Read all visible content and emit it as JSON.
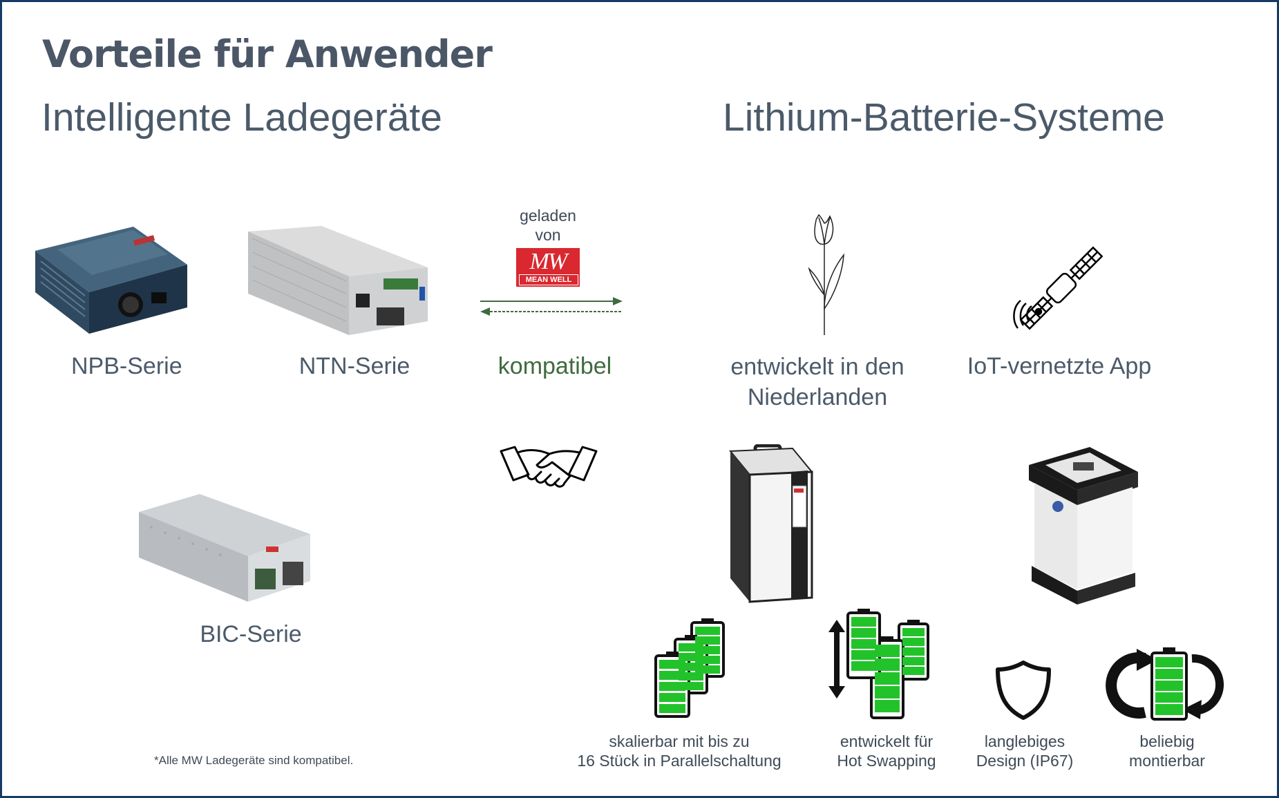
{
  "header": {
    "title": "Vorteile für Anwender"
  },
  "left": {
    "heading": "Intelligente Ladegeräte",
    "products": [
      {
        "label": "NPB-Serie"
      },
      {
        "label": "NTN-Serie"
      },
      {
        "label": "BIC-Serie"
      }
    ],
    "footnote": "*Alle MW Ladegeräte sind kompatibel."
  },
  "middle": {
    "charged_line1": "geladen",
    "charged_line2": "von",
    "logo_mark": "MW",
    "logo_text": "MEAN WELL",
    "compatible": "kompatibel",
    "accent_color": "#3e6b3e",
    "logo_color": "#d9282f"
  },
  "right": {
    "heading": "Lithium-Batterie-Systeme",
    "features_top": [
      {
        "line1": "entwickelt in den",
        "line2": "Niederlanden"
      },
      {
        "line1": "IoT-vernetzte App"
      }
    ],
    "features_bottom": [
      {
        "line1": "skalierbar mit bis zu",
        "line2": "16 Stück in Parallelschaltung"
      },
      {
        "line1": "entwickelt für",
        "line2": "Hot Swapping"
      },
      {
        "line1": "langlebiges",
        "line2": "Design (IP67)"
      },
      {
        "line1": "beliebig",
        "line2": "montierbar"
      }
    ],
    "battery_green": "#22c32a"
  },
  "colors": {
    "border": "#163a63",
    "text": "#4b5a6a"
  }
}
